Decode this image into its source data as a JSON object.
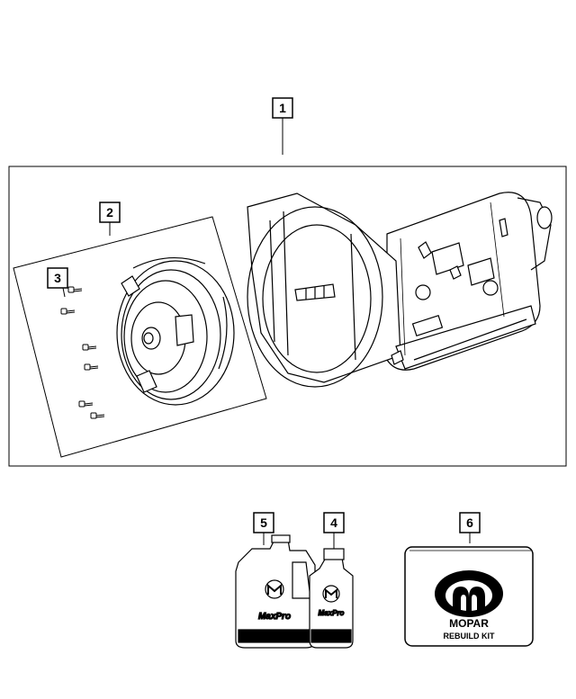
{
  "callouts": [
    {
      "id": "callout-1",
      "label": "1"
    },
    {
      "id": "callout-2",
      "label": "2"
    },
    {
      "id": "callout-3",
      "label": "3"
    },
    {
      "id": "callout-4",
      "label": "4"
    },
    {
      "id": "callout-5",
      "label": "5"
    },
    {
      "id": "callout-6",
      "label": "6"
    }
  ],
  "products": {
    "fluid_large_brand": "MaxPro",
    "fluid_small_brand": "MaxPro",
    "kit_brand": "MOPAR",
    "kit_label": "REBUILD KIT"
  },
  "colors": {
    "line": "#000000",
    "background": "#ffffff",
    "label_band": "#000000"
  }
}
